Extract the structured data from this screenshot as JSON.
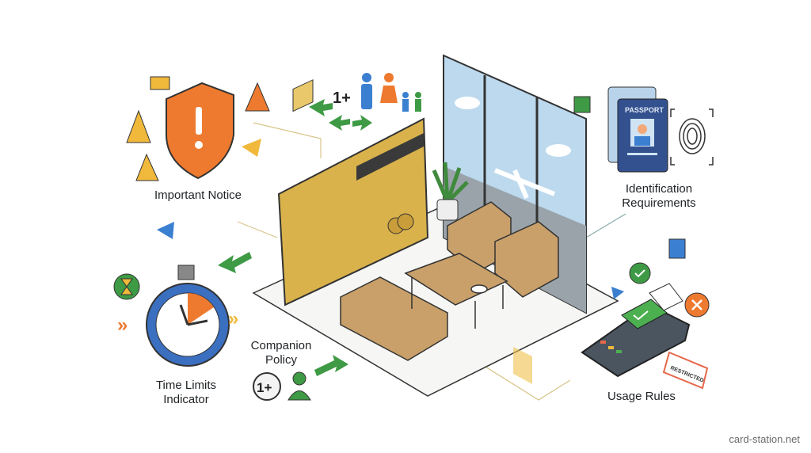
{
  "labels": {
    "important_notice": "Important Notice",
    "identification": [
      "Identification",
      "Requirements"
    ],
    "time_limits": [
      "Time Limits",
      "Indicator"
    ],
    "companion": [
      "Companion",
      "Policy"
    ],
    "usage_rules": "Usage Rules"
  },
  "icon_text": {
    "companion_count_top": "1+",
    "companion_count_bottom": "1+",
    "passport": "PASSPORT",
    "restricted": "RESTRICTED"
  },
  "watermark": "card-station.net",
  "colors": {
    "card_gold": "#d9b24c",
    "shield_orange": "#ee7a2f",
    "passport_blue": "#34518f",
    "arrow_green": "#3e9a45",
    "furniture_tan": "#c9a06a"
  }
}
